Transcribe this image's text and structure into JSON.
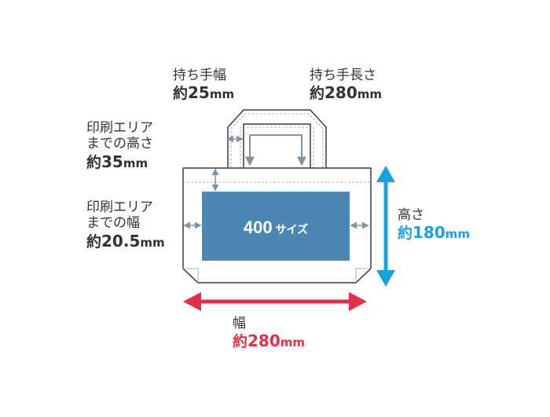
{
  "labels": {
    "handle_width": {
      "title": "持ち手幅",
      "approx": "約",
      "number": "25",
      "unit": "mm"
    },
    "handle_length": {
      "title": "持ち手長さ",
      "approx": "約",
      "number": "280",
      "unit": "mm"
    },
    "print_top": {
      "line1": "印刷エリア",
      "line2": "までの高さ",
      "approx": "約",
      "number": "35",
      "unit": "mm"
    },
    "print_side": {
      "line1": "印刷エリア",
      "line2": "までの幅",
      "approx": "約",
      "number": "20.5",
      "unit": "mm"
    },
    "height": {
      "title": "高さ",
      "approx": "約",
      "number": "180",
      "unit": "mm"
    },
    "width": {
      "title": "幅",
      "approx": "約",
      "number": "280",
      "unit": "mm"
    }
  },
  "print_area": {
    "size": "400",
    "suffix": "サイズ"
  },
  "colors": {
    "text": "#333333",
    "bag_outline": "#3c3c3c",
    "seam": "#9a9a9a",
    "print_fill": "#4c87b3",
    "print_text": "#ffffff",
    "dim_gray": "#7f95a6",
    "height_blue": "#1ba0e0",
    "width_red": "#e0304a"
  }
}
